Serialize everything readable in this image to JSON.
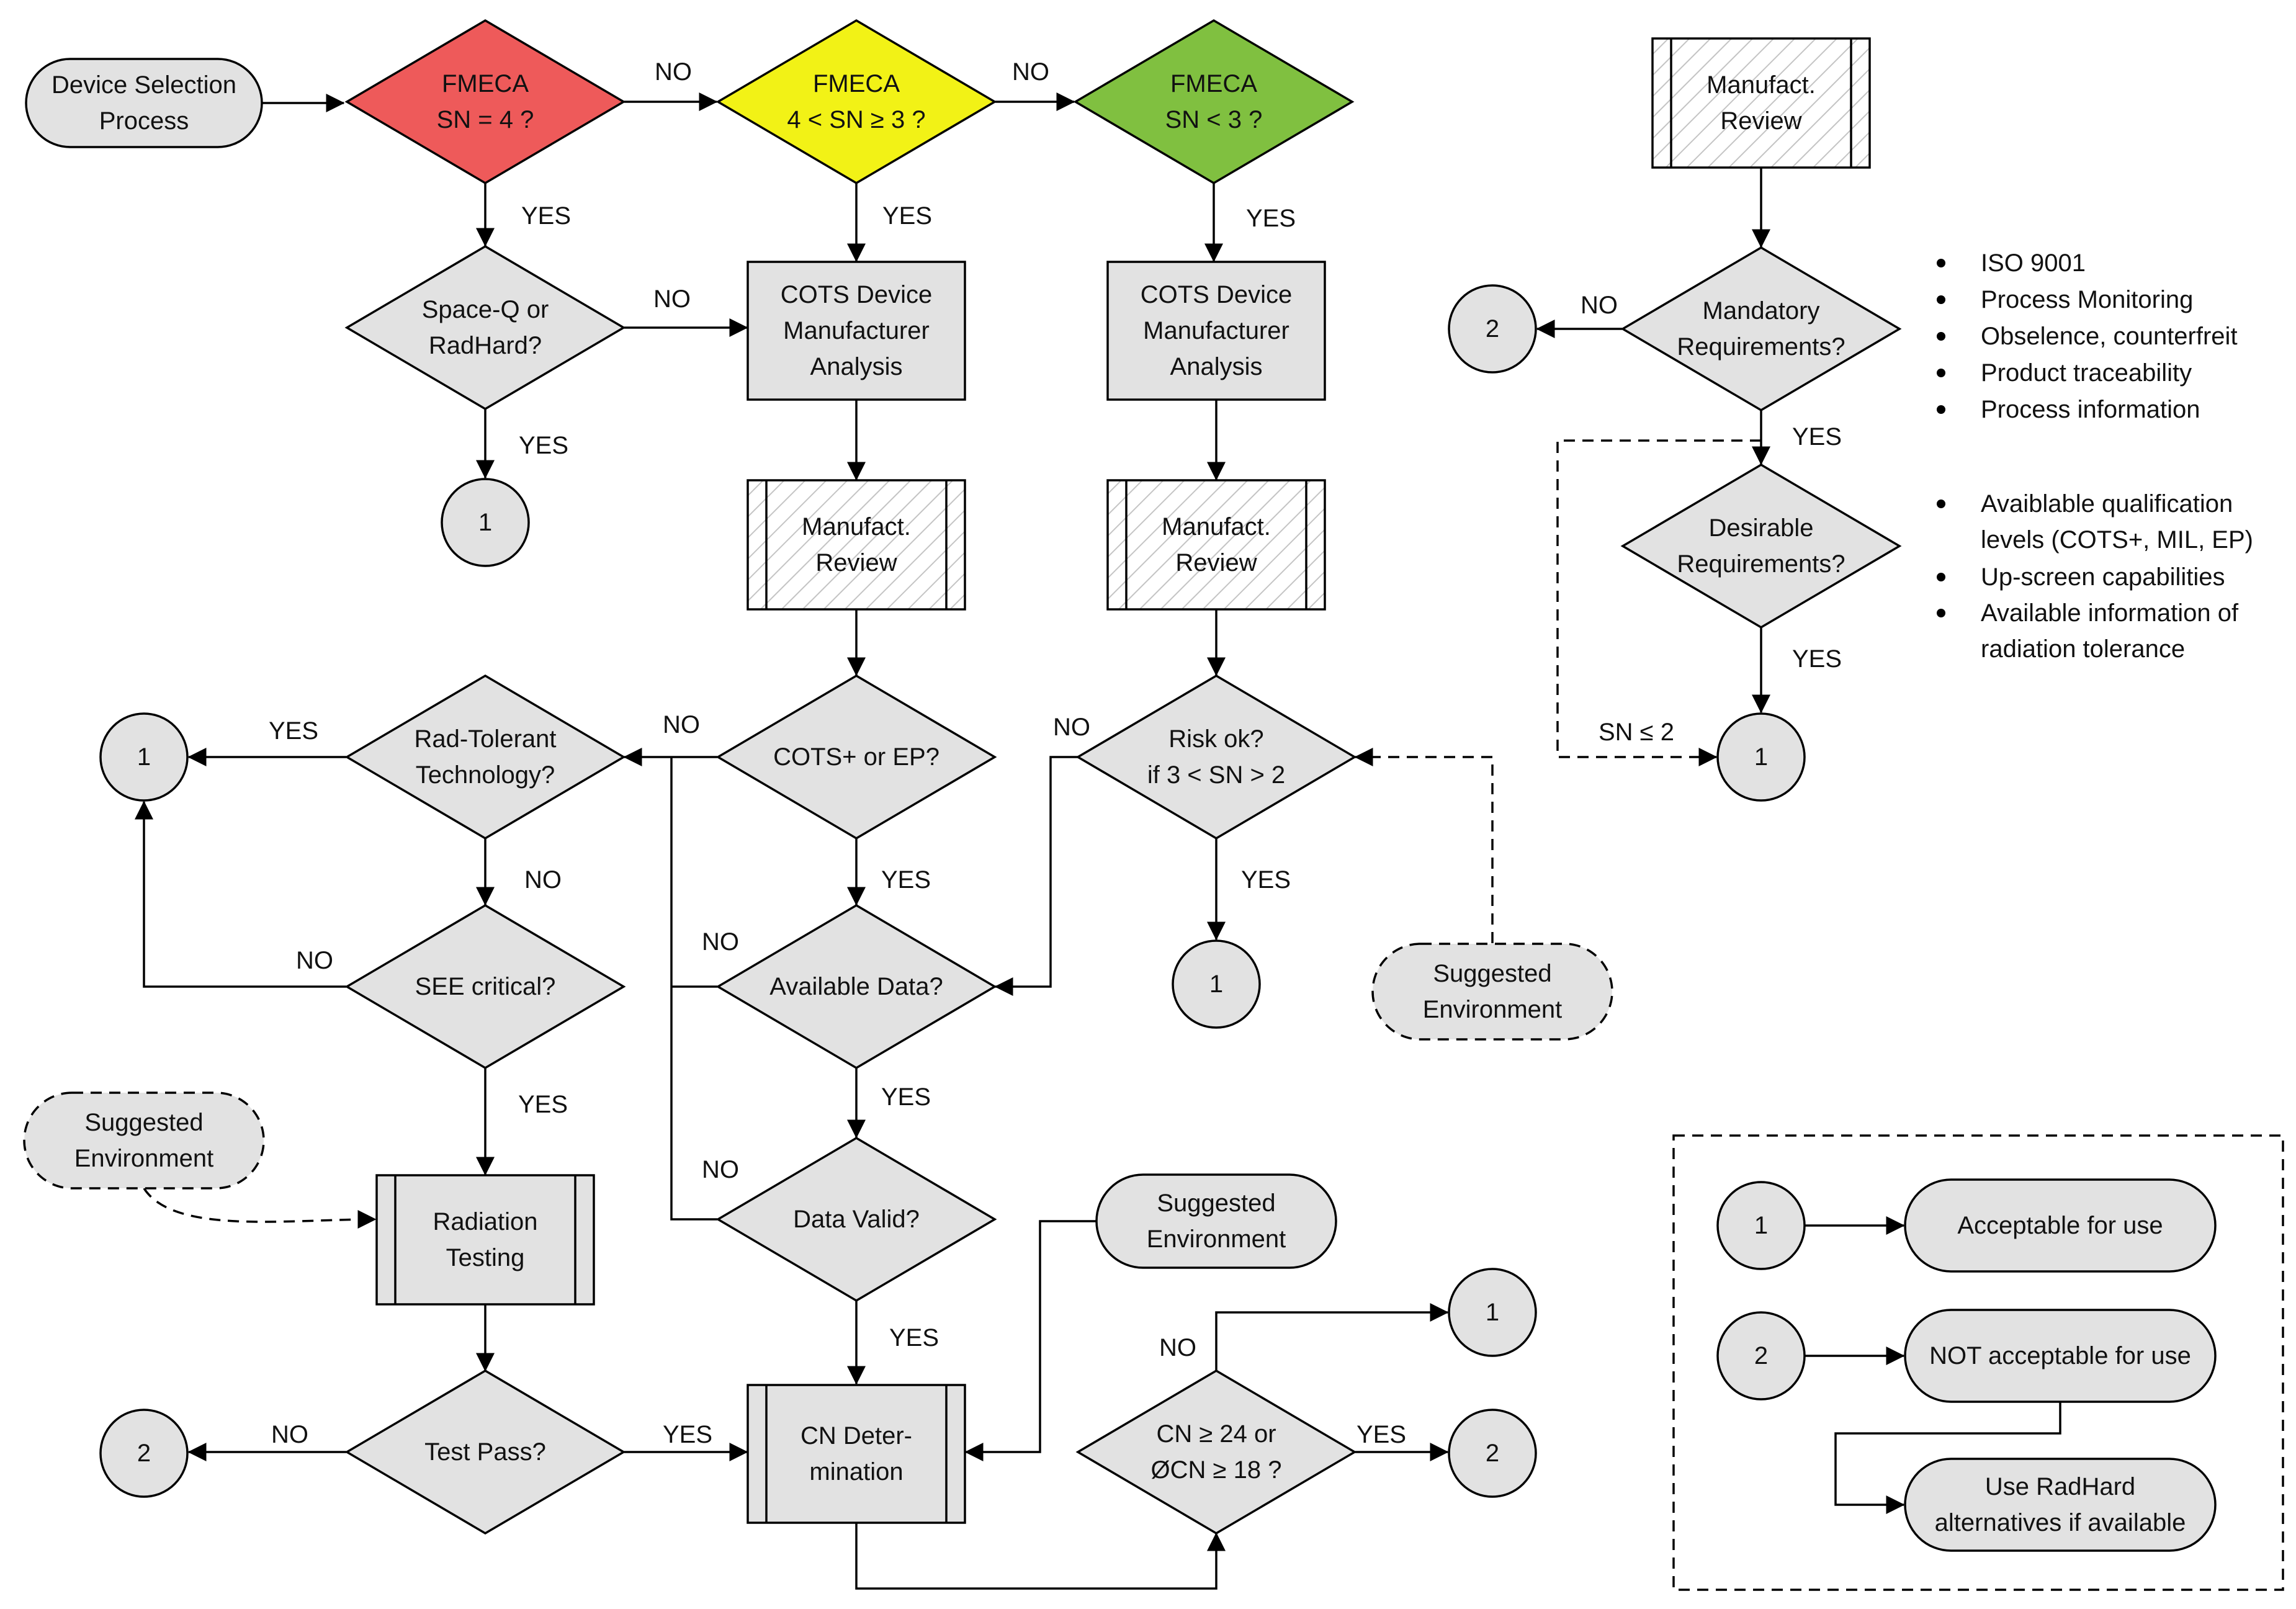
{
  "colors": {
    "fill_default": "#e2e2e2",
    "fill_red": "#ee5a5a",
    "fill_yellow": "#f2f216",
    "fill_green": "#80c040",
    "hatch": "#c4c4c4",
    "line": "#000000"
  },
  "nodes": {
    "start": {
      "lines": [
        "Device Selection",
        "Process"
      ]
    },
    "fmeca_red": {
      "lines": [
        "FMECA",
        "SN = 4 ?"
      ]
    },
    "fmeca_yellow": {
      "lines": [
        "FMECA",
        "4 < SN ≥ 3 ?"
      ]
    },
    "fmeca_green": {
      "lines": [
        "FMECA",
        "SN <  3 ?"
      ]
    },
    "space_q": {
      "lines": [
        "Space-Q or",
        "RadHard?"
      ]
    },
    "cots_analysis_1": {
      "lines": [
        "COTS Device",
        "Manufacturer",
        "Analysis"
      ]
    },
    "cots_analysis_2": {
      "lines": [
        "COTS Device",
        "Manufacturer",
        "Analysis"
      ]
    },
    "manuf_review_1": {
      "lines": [
        "Manufact.",
        "Review"
      ]
    },
    "manuf_review_2": {
      "lines": [
        "Manufact.",
        "Review"
      ]
    },
    "manuf_review_3": {
      "lines": [
        "Manufact.",
        "Review"
      ]
    },
    "mandatory": {
      "lines": [
        "Mandatory",
        "Requirements?"
      ]
    },
    "desirable": {
      "lines": [
        "Desirable",
        "Requirements?"
      ]
    },
    "rad_tolerant": {
      "lines": [
        "Rad-Tolerant",
        "Technology?"
      ]
    },
    "cots_plus": {
      "lines": [
        "COTS+ or EP?"
      ]
    },
    "risk_ok": {
      "lines": [
        "Risk ok?",
        "if 3 < SN > 2"
      ]
    },
    "see_critical": {
      "lines": [
        "SEE critical?"
      ]
    },
    "available_data": {
      "lines": [
        "Available Data?"
      ]
    },
    "data_valid": {
      "lines": [
        "Data Valid?"
      ]
    },
    "radiation_testing": {
      "lines": [
        "Radiation",
        "Testing"
      ]
    },
    "test_pass": {
      "lines": [
        "Test Pass?"
      ]
    },
    "cn_det": {
      "lines": [
        "CN Deter-",
        "mination"
      ]
    },
    "cn_check": {
      "lines": [
        "CN ≥ 24 or",
        "ØCN  ≥ 18 ?"
      ]
    },
    "suggested_env_1": {
      "lines": [
        "Suggested",
        "Environment"
      ]
    },
    "suggested_env_2": {
      "lines": [
        "Suggested",
        "Environment"
      ]
    },
    "suggested_env_3": {
      "lines": [
        "Suggested",
        "Environment"
      ]
    },
    "conn_1a": {
      "lines": [
        "1"
      ]
    },
    "conn_1b": {
      "lines": [
        "1"
      ]
    },
    "conn_1c": {
      "lines": [
        "1"
      ]
    },
    "conn_1d": {
      "lines": [
        "1"
      ]
    },
    "conn_1e": {
      "lines": [
        "1"
      ]
    },
    "conn_2a": {
      "lines": [
        "2"
      ]
    },
    "conn_2b": {
      "lines": [
        "2"
      ]
    },
    "conn_2c": {
      "lines": [
        "2"
      ]
    }
  },
  "edge_labels": {
    "red_no": "NO",
    "yellow_no": "NO",
    "red_yes": "YES",
    "yellow_yes": "YES",
    "green_yes": "YES",
    "spaceq_no": "NO",
    "spaceq_yes": "YES",
    "mandatory_no": "NO",
    "mandatory_yes": "YES",
    "desirable_yes": "YES",
    "sn_le_2": "SN ≤  2",
    "radtol_yes": "YES",
    "radtol_no": "NO",
    "cotsplus_no": "NO",
    "cotsplus_yes": "YES",
    "risk_no": "NO",
    "risk_yes": "YES",
    "see_no": "NO",
    "see_yes": "YES",
    "avail_no": "NO",
    "avail_yes": "YES",
    "valid_no": "NO",
    "valid_yes": "YES",
    "test_no": "NO",
    "test_yes": "YES",
    "cn_no": "NO",
    "cn_yes": "YES"
  },
  "requirements_notes": {
    "mandatory": [
      "ISO 9001",
      "Process Monitoring",
      "Obselence, counterfreit",
      "Product traceability",
      "Process information"
    ],
    "desirable": [
      {
        "lines": [
          "Avaiblable qualification",
          "levels (COTS+, MIL, EP)"
        ]
      },
      {
        "lines": [
          "Up-screen capabilities"
        ]
      },
      {
        "lines": [
          "Available information of",
          "radiation tolerance"
        ]
      }
    ]
  },
  "legend": {
    "conn_1": "1",
    "conn_2": "2",
    "acceptable": "Acceptable for use",
    "not_acceptable": "NOT acceptable for use",
    "use_radhard": [
      "Use RadHard",
      "alternatives if available"
    ]
  }
}
